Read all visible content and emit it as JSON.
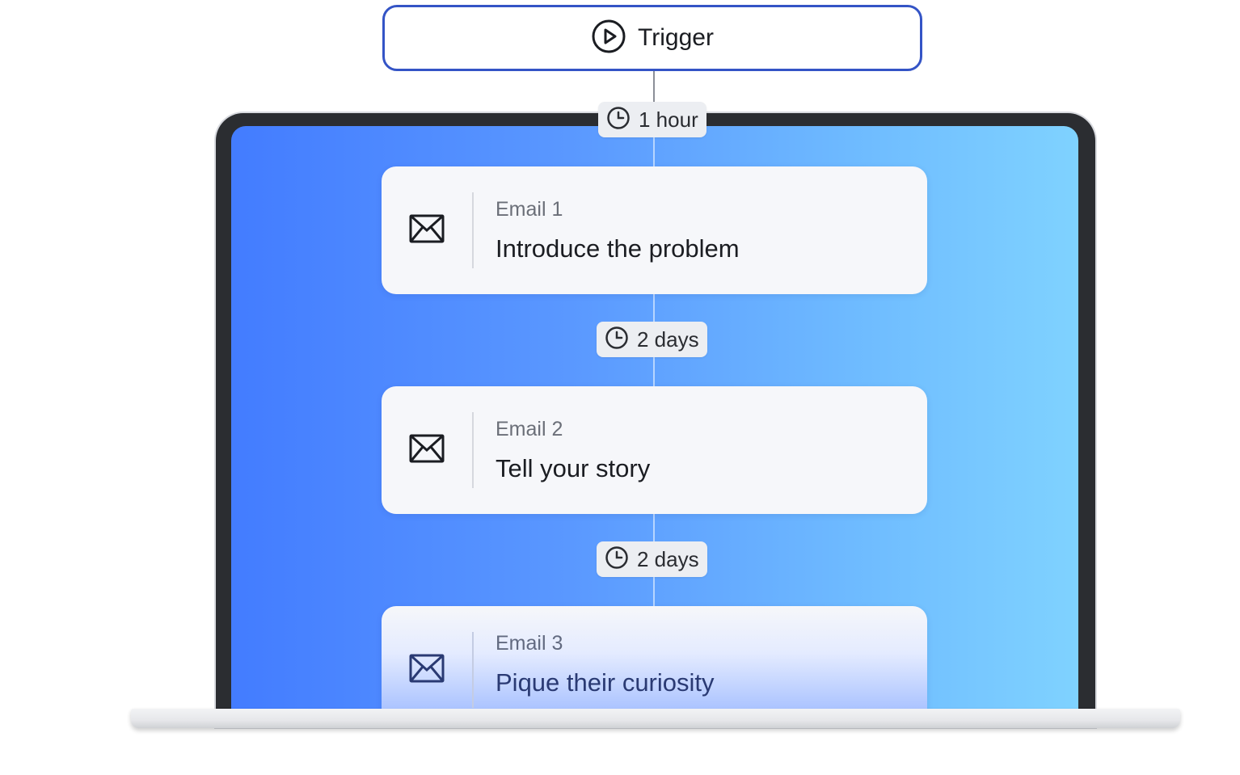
{
  "trigger": {
    "label": "Trigger",
    "icon": "play-circle-icon"
  },
  "delays": [
    {
      "label": "1 hour",
      "icon": "clock-icon"
    },
    {
      "label": "2 days",
      "icon": "clock-icon"
    },
    {
      "label": "2 days",
      "icon": "clock-icon"
    }
  ],
  "emails": [
    {
      "kicker": "Email 1",
      "title": "Introduce the problem",
      "icon": "envelope-icon"
    },
    {
      "kicker": "Email 2",
      "title": "Tell your story",
      "icon": "envelope-icon"
    },
    {
      "kicker": "Email 3",
      "title": "Pique their curiosity",
      "icon": "envelope-icon"
    }
  ],
  "colors": {
    "trigger_border": "#3454c6",
    "screen_gradient_start": "#437cff",
    "screen_gradient_end": "#7fd2ff",
    "card_bg": "#f6f7fa",
    "chip_bg": "#eceef2"
  }
}
